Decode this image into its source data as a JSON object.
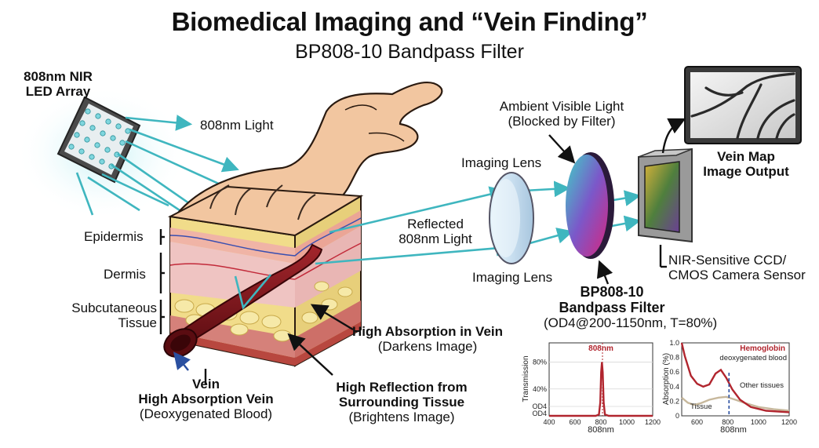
{
  "title": "Biomedical Imaging and “Vein Finding”",
  "subtitle": "BP808-10 Bandpass Filter",
  "labels": {
    "led_array_line1": "808nm NIR",
    "led_array_line2": "LED Array",
    "light_808": "808nm Light",
    "epidermis": "Epidermis",
    "dermis": "Dermis",
    "subcutaneous_line1": "Subcutaneous",
    "subcutaneous_line2": "Tissue",
    "vein_title": "Vein",
    "vein_bold": "High Absorption Vein",
    "vein_sub": "(Deoxygenated Blood)",
    "absorption_bold": "High Absorption in Vein",
    "absorption_sub": "(Darkens Image)",
    "reflection_bold_line1": "High Reflection from",
    "reflection_bold_line2": "Surrounding Tissue",
    "reflection_sub": "(Brightens Image)",
    "reflected_line1": "Reflected",
    "reflected_line2": "808nm Light",
    "imaging_lens_top": "Imaging Lens",
    "imaging_lens_bottom": "Imaging Lens",
    "ambient_line1": "Ambient Visible Light",
    "ambient_line2": "(Blocked by Filter)",
    "filter_bold_line1": "BP808-10",
    "filter_bold_line2": "Bandpass Filter",
    "filter_spec": "(OD4@200-1150nm, T=80%)",
    "vein_map_line1": "Vein Map",
    "vein_map_line2": "Image Output",
    "sensor_line1": "NIR-Sensitive CCD/",
    "sensor_line2": "CMOS Camera Sensor"
  },
  "colors": {
    "ray": "#3fb6bf",
    "vein": "#7a1318",
    "skin": "#f2c6a0",
    "fat": "#f1dc8a",
    "curve_red": "#b1252e",
    "tissue_curve": "#c7b89c",
    "dashed_marker": "#2a4fa0"
  },
  "chart_data": [
    {
      "type": "line",
      "title": "808nm",
      "ylabel": "Transmission",
      "xlabel": "808nm",
      "x_ticks": [
        "400",
        "600",
        "800",
        "1000",
        "1200"
      ],
      "y_ticks": [
        "80%",
        "40%",
        "OD4",
        "OD4"
      ],
      "xlim": [
        400,
        1200
      ],
      "series": [
        {
          "color": "#b1252e",
          "points": [
            [
              400,
              0
            ],
            [
              760,
              0
            ],
            [
              785,
              2
            ],
            [
              795,
              20
            ],
            [
              802,
              65
            ],
            [
              808,
              80
            ],
            [
              814,
              65
            ],
            [
              821,
              20
            ],
            [
              831,
              2
            ],
            [
              860,
              0
            ],
            [
              1200,
              0
            ]
          ]
        }
      ]
    },
    {
      "type": "line",
      "title": "",
      "ylabel": "Absorption (%)",
      "xlabel": "808nm",
      "x_ticks": [
        "600",
        "800",
        "1000",
        "1200"
      ],
      "y_ticks": [
        "1.0",
        "0.8",
        "0.6",
        "0.4",
        "0.2",
        "0"
      ],
      "ylim": [
        0,
        1.0
      ],
      "xlim": [
        500,
        1200
      ],
      "marker_x": 808,
      "annotations": [
        "Hemoglobin",
        "deoxygenated blood",
        "Other tissues",
        "Tissue"
      ],
      "series": [
        {
          "name": "Hemoglobin",
          "color": "#b1252e",
          "points": [
            [
              500,
              1.0
            ],
            [
              520,
              0.82
            ],
            [
              560,
              0.55
            ],
            [
              600,
              0.44
            ],
            [
              640,
              0.4
            ],
            [
              680,
              0.43
            ],
            [
              720,
              0.58
            ],
            [
              755,
              0.63
            ],
            [
              790,
              0.52
            ],
            [
              830,
              0.36
            ],
            [
              880,
              0.22
            ],
            [
              950,
              0.12
            ],
            [
              1050,
              0.07
            ],
            [
              1200,
              0.05
            ]
          ]
        },
        {
          "name": "Other tissues",
          "color": "#c7b89c",
          "points": [
            [
              500,
              0.25
            ],
            [
              540,
              0.18
            ],
            [
              580,
              0.15
            ],
            [
              620,
              0.17
            ],
            [
              680,
              0.22
            ],
            [
              740,
              0.25
            ],
            [
              790,
              0.26
            ],
            [
              850,
              0.22
            ],
            [
              920,
              0.17
            ],
            [
              1000,
              0.12
            ],
            [
              1100,
              0.09
            ],
            [
              1200,
              0.07
            ]
          ]
        }
      ]
    }
  ]
}
